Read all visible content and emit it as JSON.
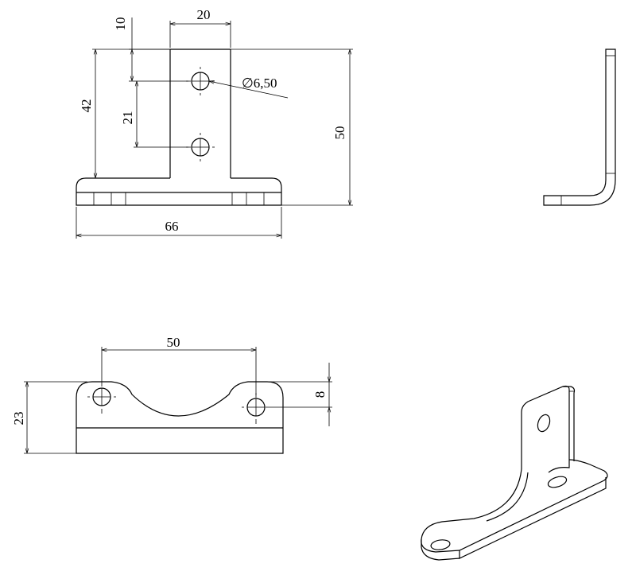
{
  "front_view": {
    "dim_width_top": "20",
    "dim_offset_top": "10",
    "dim_height_left": "42",
    "dim_hole_spacing": "21",
    "dim_hole_diameter": "∅6,50",
    "dim_total_height": "50",
    "dim_base_width": "66"
  },
  "bottom_view": {
    "dim_hole_spacing": "50",
    "dim_height": "23",
    "dim_hole_offset": "8"
  }
}
